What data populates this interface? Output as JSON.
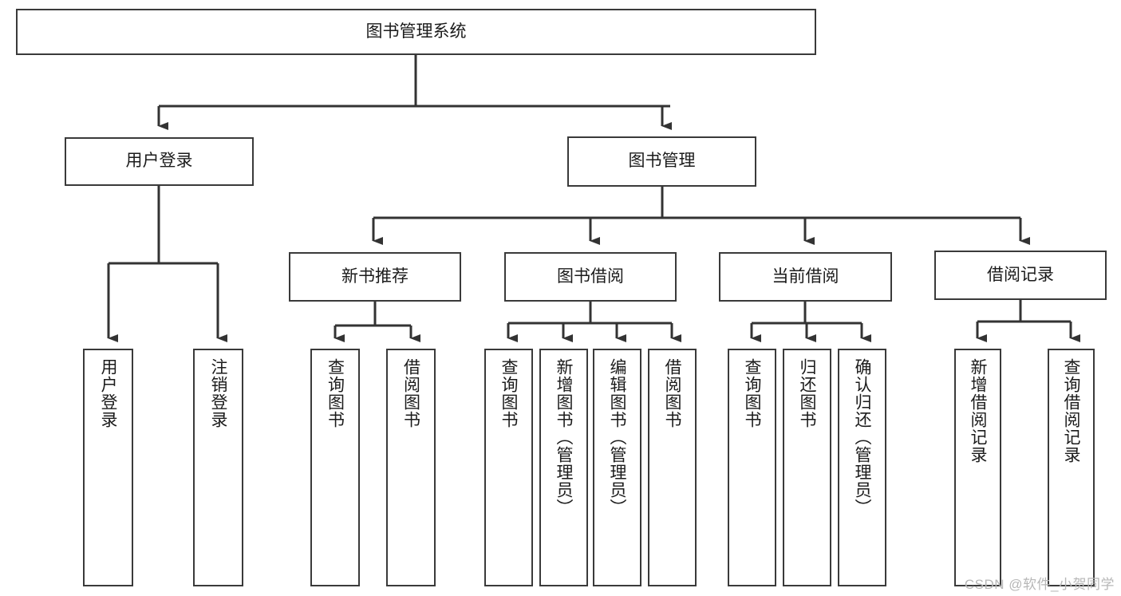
{
  "diagram": {
    "type": "hierarchy-tree",
    "title": "图书管理系统",
    "watermark": "CSDN @软件_小贺同学",
    "colors": {
      "box_border": "#3a3a3a",
      "box_fill": "#ffffff",
      "edge": "#333333",
      "text": "#1b1b1b",
      "watermark": "#b7b7b7"
    },
    "nodes": {
      "root": {
        "label": "图书管理系统",
        "orientation": "horizontal"
      },
      "user_login": {
        "label": "用户登录",
        "orientation": "horizontal"
      },
      "book_manage": {
        "label": "图书管理",
        "orientation": "horizontal"
      },
      "new_book_rec": {
        "label": "新书推荐",
        "orientation": "horizontal"
      },
      "book_borrow": {
        "label": "图书借阅",
        "orientation": "horizontal"
      },
      "current_borrow": {
        "label": "当前借阅",
        "orientation": "horizontal"
      },
      "borrow_record": {
        "label": "借阅记录",
        "orientation": "horizontal"
      },
      "leaf_user_login": {
        "label": "用户登录",
        "orientation": "vertical"
      },
      "leaf_logout": {
        "label": "注销登录",
        "orientation": "vertical"
      },
      "leaf_query_book_1": {
        "label": "查询图书",
        "orientation": "vertical"
      },
      "leaf_borrow_book_1": {
        "label": "借阅图书",
        "orientation": "vertical"
      },
      "leaf_query_book_2": {
        "label": "查询图书",
        "orientation": "vertical"
      },
      "leaf_add_book": {
        "label": "新增图书（管理员）",
        "orientation": "vertical"
      },
      "leaf_edit_book": {
        "label": "编辑图书（管理员）",
        "orientation": "vertical"
      },
      "leaf_borrow_book_2": {
        "label": "借阅图书",
        "orientation": "vertical"
      },
      "leaf_query_book_3": {
        "label": "查询图书",
        "orientation": "vertical"
      },
      "leaf_return_book": {
        "label": "归还图书",
        "orientation": "vertical"
      },
      "leaf_confirm_return": {
        "label": "确认归还（管理员）",
        "orientation": "vertical"
      },
      "leaf_add_record": {
        "label": "新增借阅记录",
        "orientation": "vertical"
      },
      "leaf_query_record": {
        "label": "查询借阅记录",
        "orientation": "vertical"
      }
    },
    "edges": [
      {
        "from": "root",
        "to": "user_login"
      },
      {
        "from": "root",
        "to": "book_manage"
      },
      {
        "from": "user_login",
        "to": "leaf_user_login"
      },
      {
        "from": "user_login",
        "to": "leaf_logout"
      },
      {
        "from": "book_manage",
        "to": "new_book_rec"
      },
      {
        "from": "book_manage",
        "to": "book_borrow"
      },
      {
        "from": "book_manage",
        "to": "current_borrow"
      },
      {
        "from": "book_manage",
        "to": "borrow_record"
      },
      {
        "from": "new_book_rec",
        "to": "leaf_query_book_1"
      },
      {
        "from": "new_book_rec",
        "to": "leaf_borrow_book_1"
      },
      {
        "from": "book_borrow",
        "to": "leaf_query_book_2"
      },
      {
        "from": "book_borrow",
        "to": "leaf_add_book"
      },
      {
        "from": "book_borrow",
        "to": "leaf_edit_book"
      },
      {
        "from": "book_borrow",
        "to": "leaf_borrow_book_2"
      },
      {
        "from": "current_borrow",
        "to": "leaf_query_book_3"
      },
      {
        "from": "current_borrow",
        "to": "leaf_return_book"
      },
      {
        "from": "current_borrow",
        "to": "leaf_confirm_return"
      },
      {
        "from": "borrow_record",
        "to": "leaf_add_record"
      },
      {
        "from": "borrow_record",
        "to": "leaf_query_record"
      }
    ]
  }
}
